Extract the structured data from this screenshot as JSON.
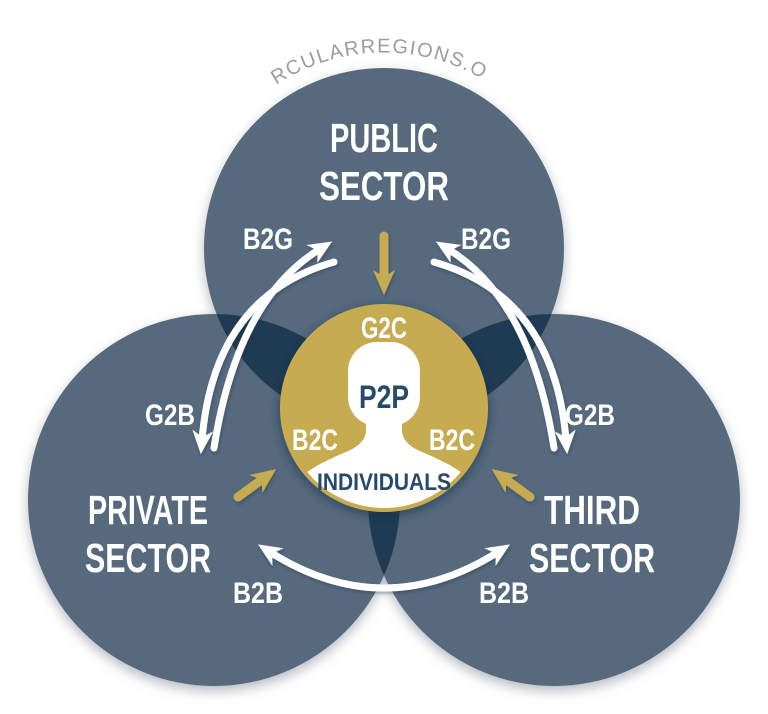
{
  "watermark": "CIRCULARREGIONS.ORG",
  "colors": {
    "sector_circle": "#57697D",
    "overlap": "#1F3B54",
    "gold": "#C6AB51",
    "navy_text": "#27496B",
    "white": "#FFFFFF",
    "watermark_gray": "#9C9C9C"
  },
  "sectors": {
    "public": {
      "line1": "PUBLIC",
      "line2": "SECTOR"
    },
    "private": {
      "line1": "PRIVATE",
      "line2": "SECTOR"
    },
    "third": {
      "line1": "THIRD",
      "line2": "SECTOR"
    }
  },
  "center": {
    "top": "G2C",
    "person": "P2P",
    "left": "B2C",
    "right": "B2C",
    "banner": "INDIVIDUALS"
  },
  "flows": {
    "b2g_left": "B2G",
    "b2g_right": "B2G",
    "g2b_left": "G2B",
    "g2b_right": "G2B",
    "b2b_left": "B2B",
    "b2b_right": "B2B"
  }
}
